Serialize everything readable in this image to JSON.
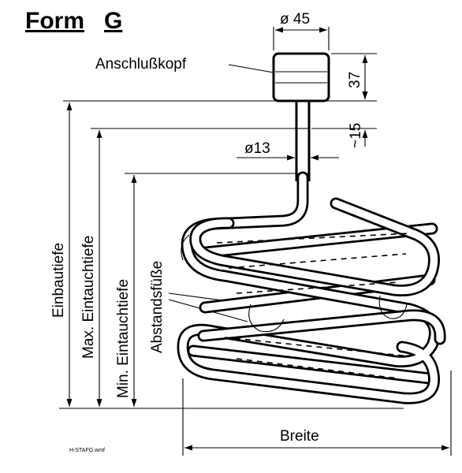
{
  "title": {
    "form": "Form",
    "letter": "G"
  },
  "dimensions": {
    "head_diameter": "ø 45",
    "head_height": "37",
    "neck_length": "~15",
    "tube_diameter": "ø13"
  },
  "labels": {
    "connection_head": "Anschlußkopf",
    "installation_depth": "Einbautiefe",
    "max_immersion_depth": "Max. Eintauchtiefe",
    "min_immersion_depth": "Min. Eintauchtiefe",
    "spacer_feet": "Abstandsfüße",
    "width": "Breite"
  },
  "filename": "H-STAFG.wmf"
}
